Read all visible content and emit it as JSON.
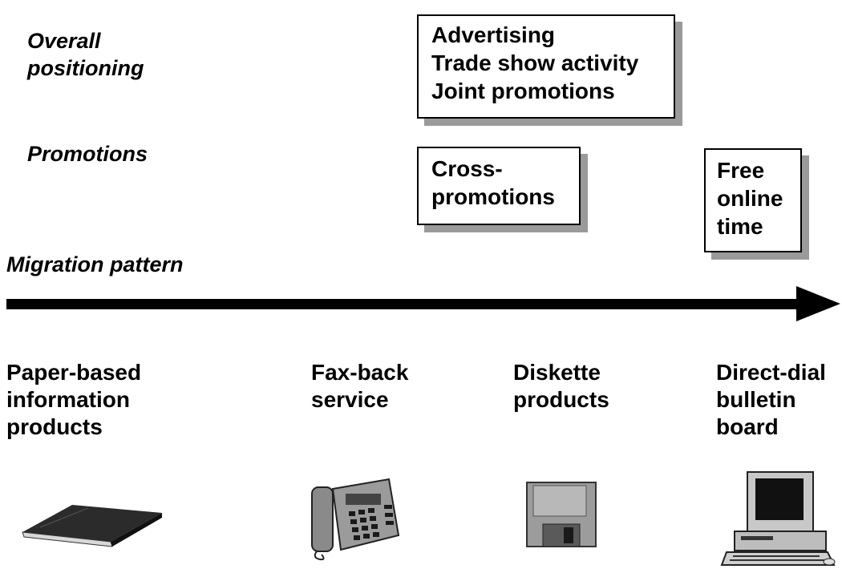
{
  "row_labels": {
    "overall_positioning": "Overall\npositioning",
    "promotions": "Promotions",
    "migration_pattern": "Migration pattern"
  },
  "boxes": {
    "overall": [
      "Advertising",
      "Trade show activity",
      "Joint promotions"
    ],
    "cross_promotions": [
      "Cross-",
      "promotions"
    ],
    "free_online_time": [
      "Free",
      "online",
      "time"
    ]
  },
  "stages": [
    {
      "label": "Paper-based\ninformation\nproducts",
      "icon": "book-icon"
    },
    {
      "label": "Fax-back\nservice",
      "icon": "telephone-fax-icon"
    },
    {
      "label": "Diskette\nproducts",
      "icon": "floppy-disk-icon"
    },
    {
      "label": "Direct-dial\nbulletin\nboard",
      "icon": "computer-icon"
    }
  ],
  "colors": {
    "shadow": "#9a9a9a",
    "arrow": "#000000"
  }
}
